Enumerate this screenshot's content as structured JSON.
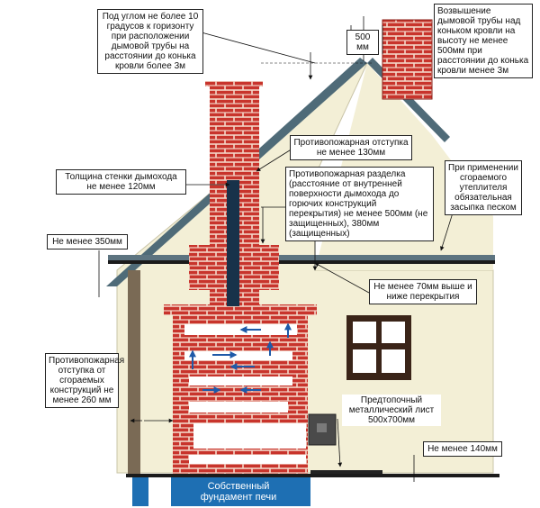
{
  "labels": {
    "angle_note": "Под углом не более 10 градусов к горизонту при расположении дымовой трубы на расстоянии до конька кровли более 3м",
    "chimney_height_value": "500 мм",
    "chimney_height_note": "Возвышение дымовой трубы над коньком кровли на высоту не менее 500мм при расстоянии до конька кровли менее 3м",
    "fire_offset_130": "Противопожарная отступка не менее 130мм",
    "wall_thickness": "Толщина стенки дымохода не менее 120мм",
    "fire_cut": "Противопожарная разделка (расстояние от внутренней поверхности дымохода до горючих конструкций перекрытия) не менее 500мм (не защищенных), 380мм (защищенных)",
    "insulation_sand": "При применении сгораемого утеплителя обязательная засыпка песком",
    "min_350": "Не менее 350мм",
    "min_70": "Не менее 70мм выше и ниже перекрытия",
    "fire_offset_260": "Противопожарная отступка от сгораемых конструкций не менее 260 мм",
    "pre_furnace_sheet": "Предтопочный металлический лист 500х700мм",
    "min_140": "Не менее 140мм",
    "foundation": "Собственный фундамент печи"
  },
  "colors": {
    "brick": "#c8342c",
    "mortar": "#f4d6c8",
    "wall": "#f3efd6",
    "roof": "#4f6b78",
    "foundation": "#1e6fb3",
    "flue": "#18324a",
    "arrow": "#1e5aa8"
  }
}
